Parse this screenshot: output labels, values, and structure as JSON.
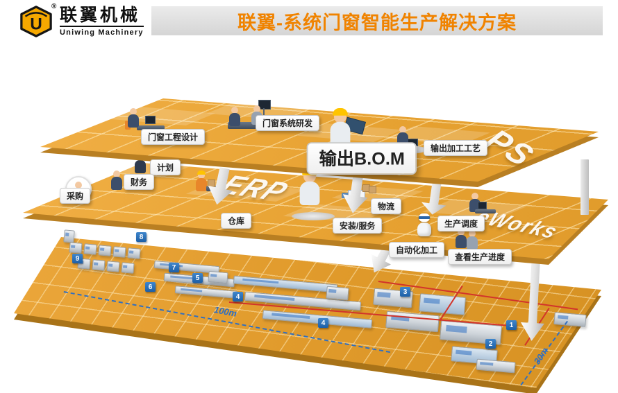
{
  "header": {
    "brand_cn": "联翼机械",
    "brand_en": "Uniwing Machinery",
    "reg_mark": "®",
    "logo_monogram": "U",
    "title": "联翼-系统门窗智能生产解决方案"
  },
  "colors": {
    "title_orange": "#F08300",
    "floor_orange": "#E9A43A",
    "floor_edge": "#B97F22",
    "badge_blue": "#2268B2",
    "dimension_blue": "#2F6FC1",
    "flow_red": "#D2342B"
  },
  "stations": {
    "design": "门窗工程设计",
    "rnd": "门窗系统研发",
    "bom": "输出B.O.M",
    "process": "输出加工工艺",
    "plan": "计划",
    "finance": "财务",
    "purchase": "采购",
    "warehouse": "仓库",
    "logistics": "物流",
    "install": "安装/服务",
    "dispatch": "生产调度",
    "auto_machining": "自动化加工",
    "view_progress": "查看生产进度"
  },
  "floor_marks": {
    "top": "PS",
    "middle": "ERP",
    "middle_right": "eWorks"
  },
  "dimensions": {
    "length": "100m",
    "depth": "30m"
  },
  "machine_badges": [
    "8",
    "9",
    "7",
    "5",
    "6",
    "4",
    "4",
    "3",
    "1",
    "2"
  ]
}
